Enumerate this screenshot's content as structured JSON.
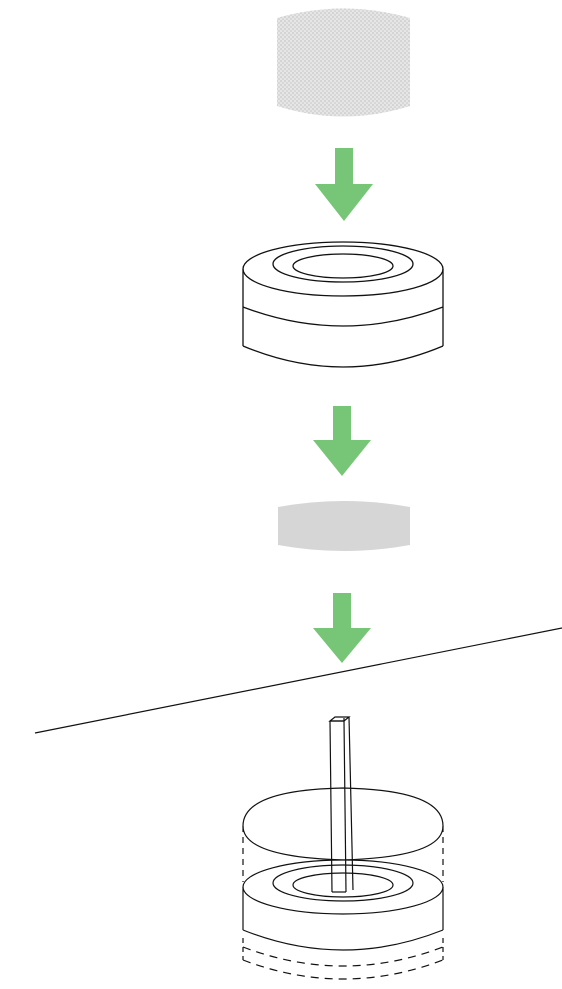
{
  "diagram": {
    "steps": [
      {
        "id": "mesh-filter-pad",
        "icon": "cylinder-dotted"
      },
      {
        "id": "arrow-1",
        "icon": "down-arrow-icon"
      },
      {
        "id": "ring-holder",
        "icon": "ring-stack"
      },
      {
        "id": "arrow-2",
        "icon": "down-arrow-icon"
      },
      {
        "id": "solid-disc",
        "icon": "disc"
      },
      {
        "id": "arrow-3",
        "icon": "down-arrow-icon"
      },
      {
        "id": "assembled-stack",
        "icon": "assembly-with-rod"
      }
    ],
    "colors": {
      "arrow": "#77c577",
      "mesh_fill": "#e3e3e3",
      "mesh_dot": "#bdbdbd",
      "disc_fill": "#d6d6d6",
      "line": "#111111"
    }
  }
}
